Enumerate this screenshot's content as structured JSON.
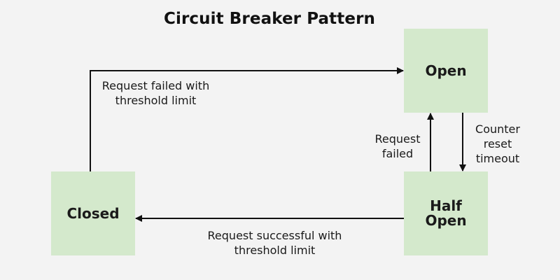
{
  "title": "Circuit Breaker Pattern",
  "states": {
    "open": "Open",
    "closed": "Closed",
    "half_open": [
      "Half",
      "Open"
    ]
  },
  "transitions": {
    "closed_to_open": [
      "Request failed with",
      "threshold limit"
    ],
    "half_open_to_open": [
      "Request",
      "failed"
    ],
    "open_to_half_open": [
      "Counter",
      "reset",
      "timeout"
    ],
    "half_open_to_closed": [
      "Request successful with",
      "threshold limit"
    ]
  },
  "colors": {
    "state_fill": "#d4e9cc",
    "background": "#f3f3f3",
    "line": "#111111"
  }
}
